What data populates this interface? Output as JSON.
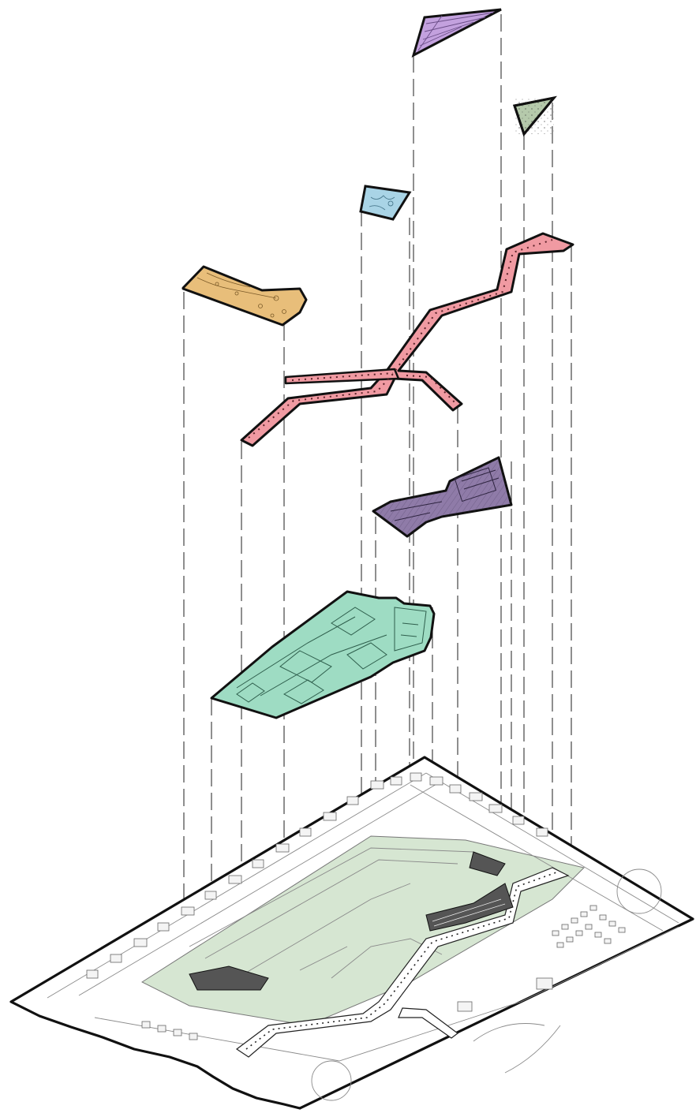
{
  "diagram": {
    "kind": "exploded axonometric site analysis",
    "layers": [
      {
        "id": "purple-plaza",
        "color": "#c3a1de"
      },
      {
        "id": "green-triangle",
        "color": "#b5c9ab"
      },
      {
        "id": "blue-square",
        "color": "#a9d4e6"
      },
      {
        "id": "orange-park",
        "color": "#e8be7a"
      },
      {
        "id": "pink-pathway",
        "color": "#f09aa2"
      },
      {
        "id": "violet-building-block",
        "color": "#8f7ba8"
      },
      {
        "id": "teal-residential-block",
        "color": "#9edcc3"
      },
      {
        "id": "site-base-map",
        "color": "#ffffff"
      }
    ],
    "colors": {
      "outline": "#111111",
      "dashed_line": "#333333",
      "map_green": "#d6e6d2",
      "map_lines": "#8a8a8a"
    }
  }
}
